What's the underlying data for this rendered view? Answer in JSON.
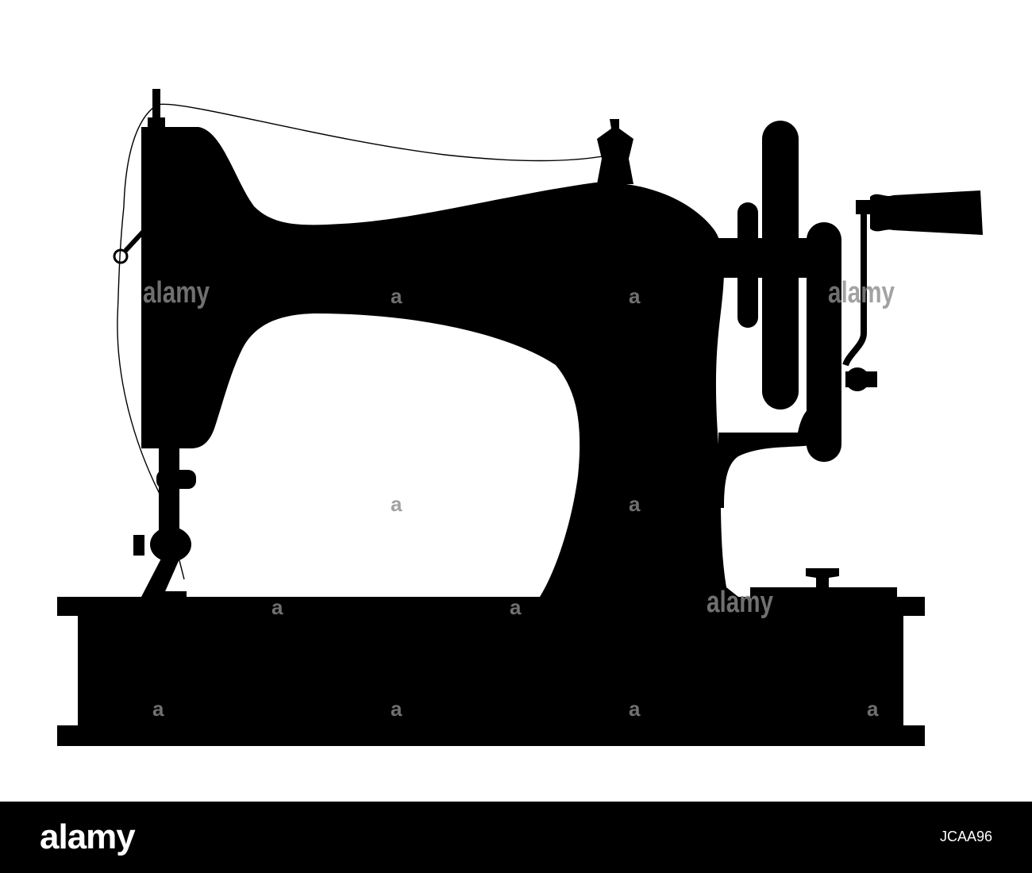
{
  "image": {
    "subject": "sewing-machine-silhouette",
    "background_color": "#ffffff",
    "silhouette_color": "#000000"
  },
  "watermark": {
    "word": "alamy",
    "mark": "a",
    "color": "#8c8c8c"
  },
  "footer": {
    "background_color": "#000000",
    "logo_text": "alamy",
    "image_id": "JCAA96"
  }
}
